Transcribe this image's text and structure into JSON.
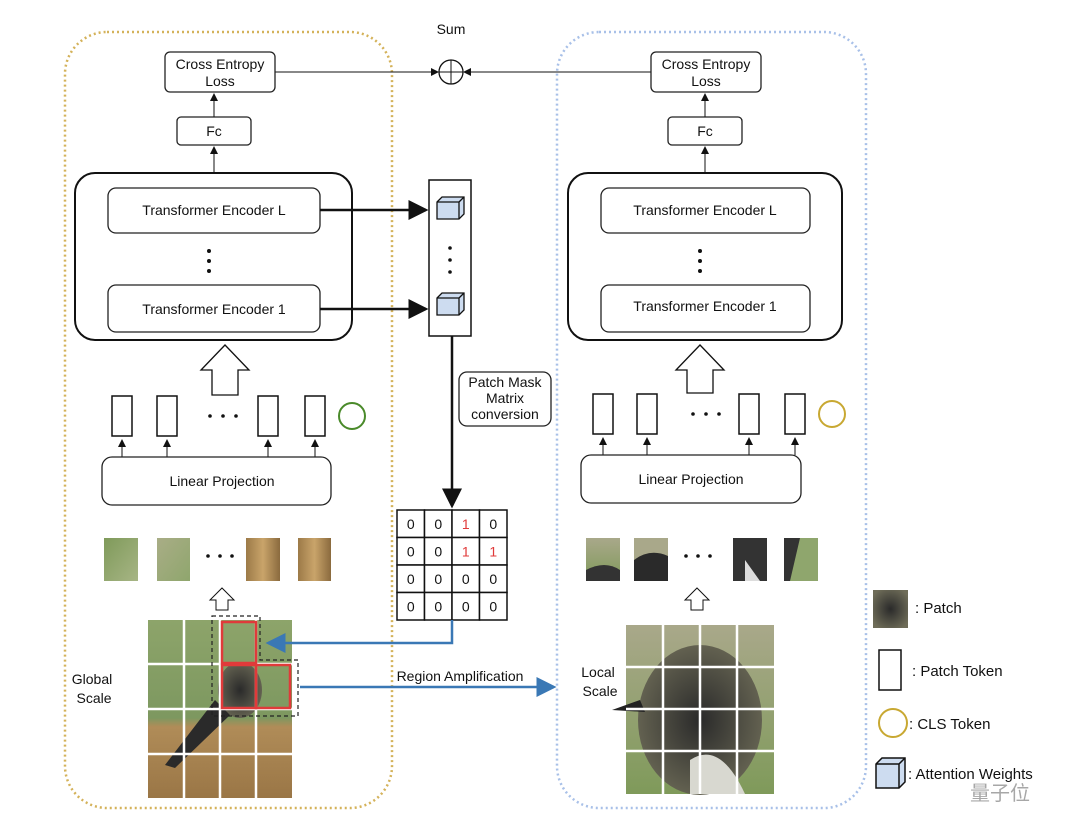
{
  "sum_label": "Sum",
  "global_branch": {
    "loss": [
      "Cross Entropy",
      "Loss"
    ],
    "fc": "Fc",
    "encoder_top": "Transformer Encoder L",
    "encoder_bottom": "Transformer Encoder 1",
    "linear_projection": "Linear Projection",
    "scale_label": [
      "Global",
      "Scale"
    ],
    "panel_color": "#d4b25a",
    "cls_color": "#4a8a2a"
  },
  "local_branch": {
    "loss": [
      "Cross Entropy",
      "Loss"
    ],
    "fc": "Fc",
    "encoder_top": "Transformer Encoder L",
    "encoder_bottom": "Transformer Encoder 1",
    "linear_projection": "Linear Projection",
    "scale_label": [
      "Local",
      "Scale"
    ],
    "panel_color": "#a8c0e8",
    "cls_color": "#c8a832"
  },
  "patch_mask_label": [
    "Patch Mask",
    "Matrix",
    "conversion"
  ],
  "mask_matrix": [
    [
      "0",
      "0",
      "1",
      "0"
    ],
    [
      "0",
      "0",
      "1",
      "1"
    ],
    [
      "0",
      "0",
      "0",
      "0"
    ],
    [
      "0",
      "0",
      "0",
      "0"
    ]
  ],
  "region_amplification": "Region Amplification",
  "legend": {
    "patch": ": Patch",
    "patch_token": ": Patch Token",
    "cls_token": ": CLS Token",
    "attention_weights": ": Attention Weights"
  },
  "watermark": "量子位",
  "colors": {
    "highlight_red": "#e03a3a",
    "arrow_blue": "#3a78b5",
    "cube_fill": "#cddcf0"
  }
}
